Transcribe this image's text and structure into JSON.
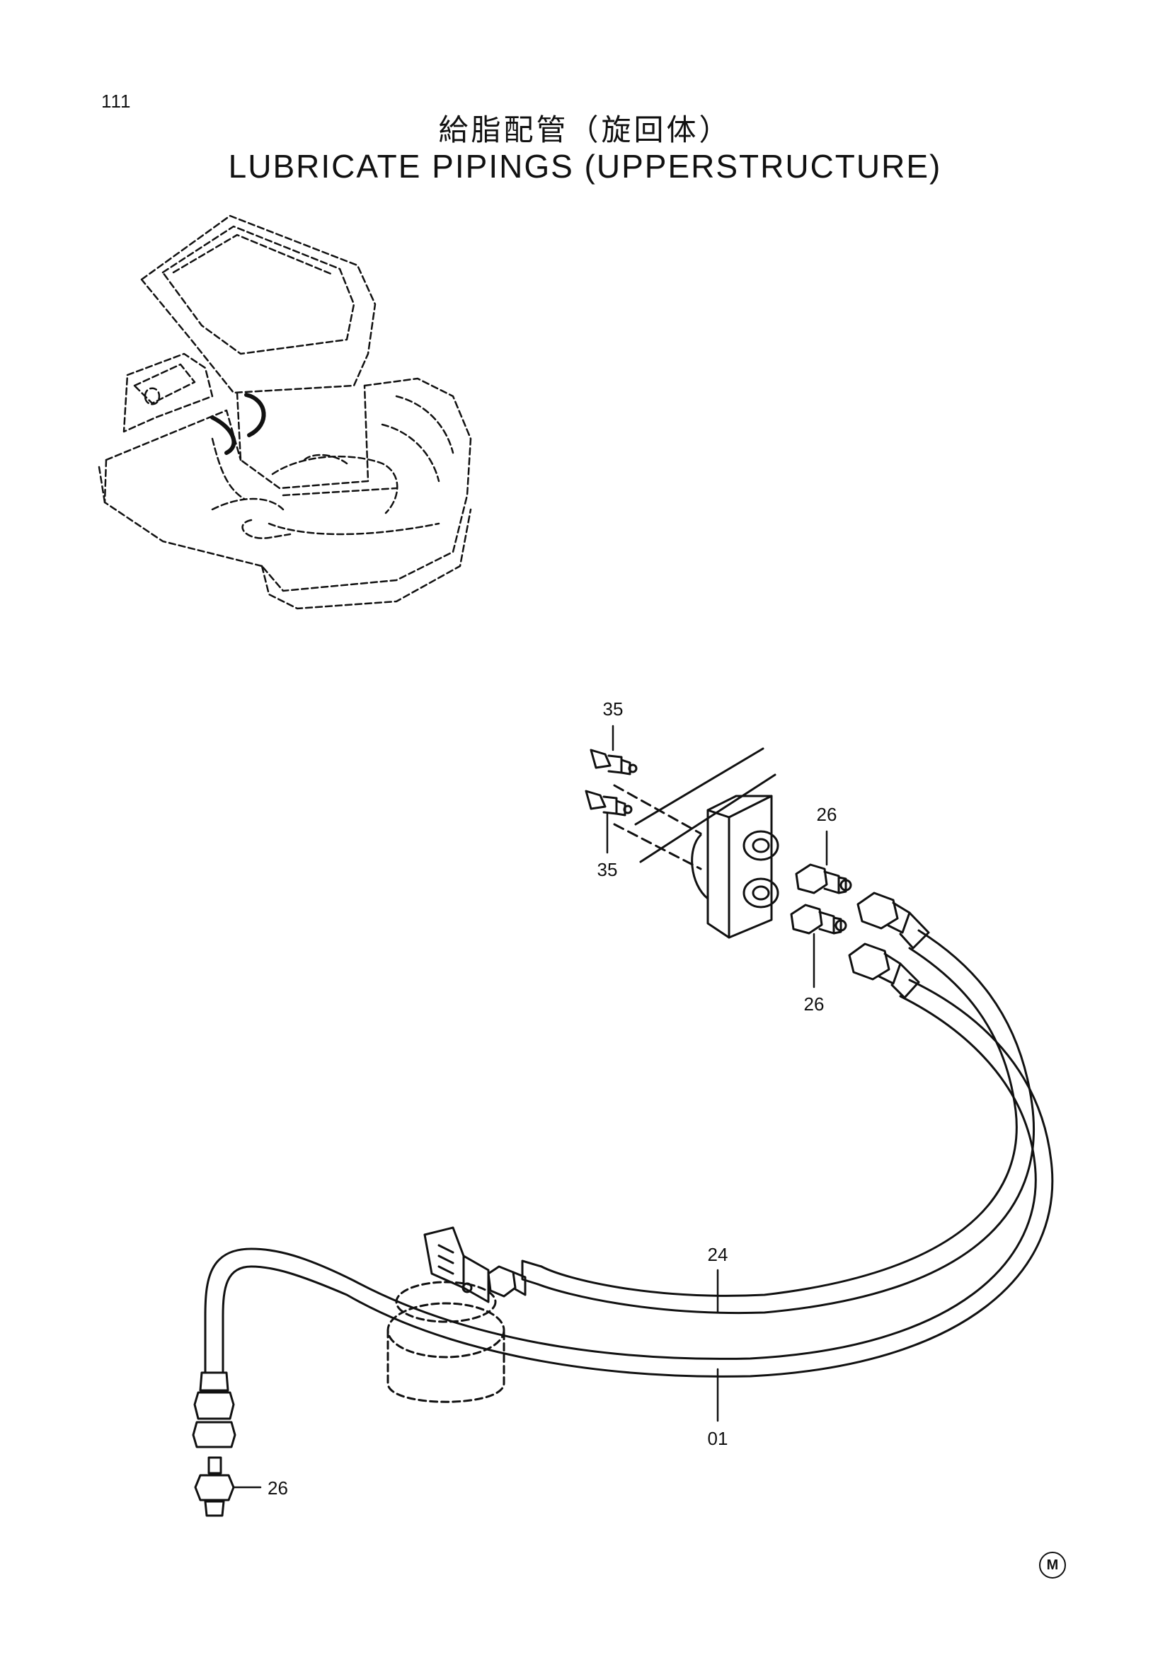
{
  "page_number": "111",
  "title_jp": "給脂配管（旋回体）",
  "title_en": "LUBRICATE PIPINGS (UPPERSTRUCTURE)",
  "callouts": {
    "c35_top": "35",
    "c35_bottom": "35",
    "c26_top": "26",
    "c26_mid": "26",
    "c26_bottom": "26",
    "c24": "24",
    "c01": "01"
  },
  "mark": "M"
}
